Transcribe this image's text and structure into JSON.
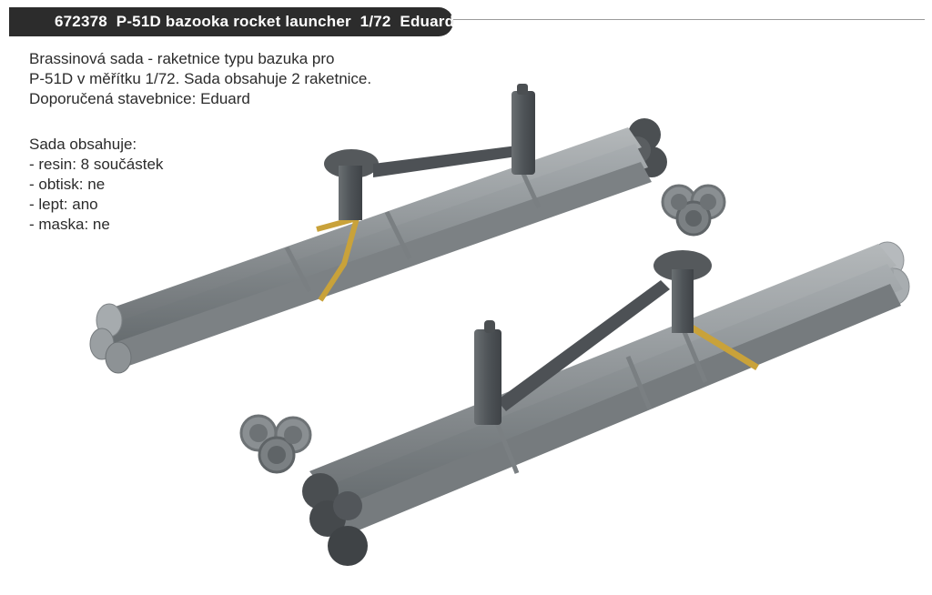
{
  "header": {
    "title": "672378  P-51D bazooka rocket launcher  1/72  Eduard"
  },
  "description": {
    "lines": [
      "Brassinová sada - raketnice typu bazuka pro",
      "P-51D v měřítku 1/72. Sada obsahuje 2 raketnice.",
      "Doporučená stavebnice: Eduard"
    ]
  },
  "contents": {
    "heading": "Sada obsahuje:",
    "items": [
      "- resin: 8 součástek",
      "- obtisk: ne",
      "- lept: ano",
      "- maska: ne"
    ]
  },
  "colors": {
    "header_bg": "#2c2c2c",
    "resin_grey": "#8e9396",
    "dark_grey": "#5a5e61",
    "photo_etch": "#c9a23a"
  }
}
